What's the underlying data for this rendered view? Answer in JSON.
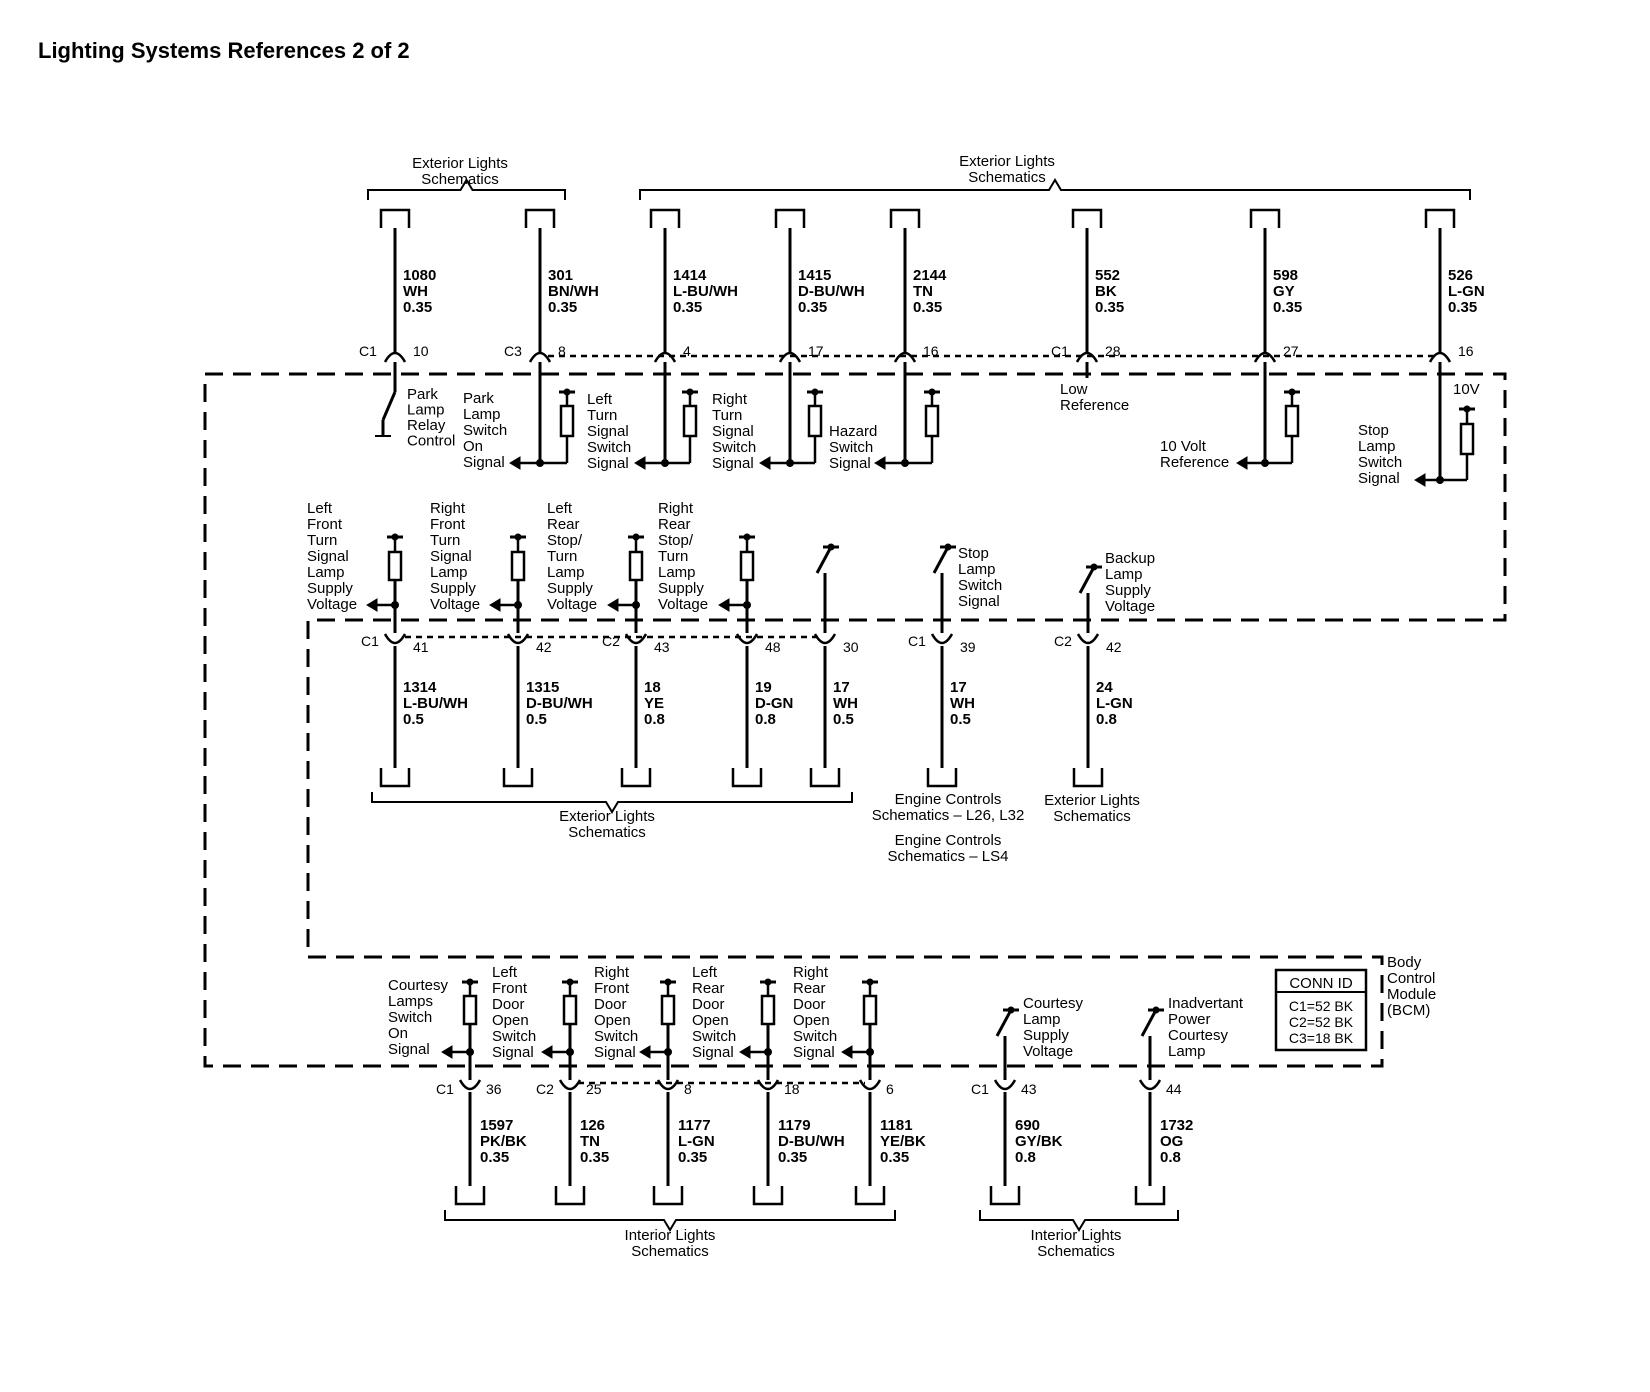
{
  "title": "Lighting Systems References 2 of 2",
  "groups": {
    "top_left": [
      "Exterior Lights",
      "Schematics"
    ],
    "top_right": [
      "Exterior Lights",
      "Schematics"
    ],
    "mid_ext": [
      "Exterior Lights",
      "Schematics"
    ],
    "mid_engine_a": [
      "Engine Controls",
      "Schematics – L26, L32"
    ],
    "mid_engine_b": [
      "Engine Controls",
      "Schematics – LS4"
    ],
    "mid_backup": [
      "Exterior Lights",
      "Schematics"
    ],
    "bot_int_a": [
      "Interior Lights",
      "Schematics"
    ],
    "bot_int_b": [
      "Interior Lights",
      "Schematics"
    ]
  },
  "top_wires": [
    {
      "circuit": "1080",
      "color": "WH",
      "gauge": "0.35",
      "conn": "C1",
      "pin": "10"
    },
    {
      "circuit": "301",
      "color": "BN/WH",
      "gauge": "0.35",
      "conn": "C3",
      "pin": "8"
    },
    {
      "circuit": "1414",
      "color": "L-BU/WH",
      "gauge": "0.35",
      "conn": "",
      "pin": "4"
    },
    {
      "circuit": "1415",
      "color": "D-BU/WH",
      "gauge": "0.35",
      "conn": "",
      "pin": "17"
    },
    {
      "circuit": "2144",
      "color": "TN",
      "gauge": "0.35",
      "conn": "",
      "pin": "16"
    },
    {
      "circuit": "552",
      "color": "BK",
      "gauge": "0.35",
      "conn": "C1",
      "pin": "28"
    },
    {
      "circuit": "598",
      "color": "GY",
      "gauge": "0.35",
      "conn": "",
      "pin": "27"
    },
    {
      "circuit": "526",
      "color": "L-GN",
      "gauge": "0.35",
      "conn": "",
      "pin": "16"
    }
  ],
  "top_labels": [
    [
      "Park",
      "Lamp",
      "Relay",
      "Control"
    ],
    [
      "Park",
      "Lamp",
      "Switch",
      "On",
      "Signal"
    ],
    [
      "Left",
      "Turn",
      "Signal",
      "Switch",
      "Signal"
    ],
    [
      "Right",
      "Turn",
      "Signal",
      "Switch",
      "Signal"
    ],
    [
      "Hazard",
      "Switch",
      "Signal"
    ],
    [
      "Low",
      "Reference"
    ],
    [
      "10 Volt",
      "Reference"
    ],
    [
      "Stop",
      "Lamp",
      "Switch",
      "Signal"
    ]
  ],
  "top_voltage": "10V",
  "mid_labels": [
    [
      "Left",
      "Front",
      "Turn",
      "Signal",
      "Lamp",
      "Supply",
      "Voltage"
    ],
    [
      "Right",
      "Front",
      "Turn",
      "Signal",
      "Lamp",
      "Supply",
      "Voltage"
    ],
    [
      "Left",
      "Rear",
      "Stop/",
      "Turn",
      "Lamp",
      "Supply",
      "Voltage"
    ],
    [
      "Right",
      "Rear",
      "Stop/",
      "Turn",
      "Lamp",
      "Supply",
      "Voltage"
    ],
    [
      "Stop",
      "Lamp",
      "Switch",
      "Signal"
    ],
    [
      "Backup",
      "Lamp",
      "Supply",
      "Voltage"
    ]
  ],
  "mid_wires": [
    {
      "circuit": "1314",
      "color": "L-BU/WH",
      "gauge": "0.5",
      "conn": "C1",
      "pin": "41"
    },
    {
      "circuit": "1315",
      "color": "D-BU/WH",
      "gauge": "0.5",
      "conn": "",
      "pin": "42"
    },
    {
      "circuit": "18",
      "color": "YE",
      "gauge": "0.8",
      "conn": "C2",
      "pin": "43"
    },
    {
      "circuit": "19",
      "color": "D-GN",
      "gauge": "0.8",
      "conn": "",
      "pin": "48"
    },
    {
      "circuit": "17",
      "color": "WH",
      "gauge": "0.5",
      "conn": "",
      "pin": "30"
    },
    {
      "circuit": "17",
      "color": "WH",
      "gauge": "0.5",
      "conn": "C1",
      "pin": "39"
    },
    {
      "circuit": "24",
      "color": "L-GN",
      "gauge": "0.8",
      "conn": "C2",
      "pin": "42"
    }
  ],
  "bot_labels": [
    [
      "Courtesy",
      "Lamps",
      "Switch",
      "On",
      "Signal"
    ],
    [
      "Left",
      "Front",
      "Door",
      "Open",
      "Switch",
      "Signal"
    ],
    [
      "Right",
      "Front",
      "Door",
      "Open",
      "Switch",
      "Signal"
    ],
    [
      "Left",
      "Rear",
      "Door",
      "Open",
      "Switch",
      "Signal"
    ],
    [
      "Right",
      "Rear",
      "Door",
      "Open",
      "Switch",
      "Signal"
    ],
    [
      "Courtesy",
      "Lamp",
      "Supply",
      "Voltage"
    ],
    [
      "Inadvertant",
      "Power",
      "Courtesy",
      "Lamp"
    ]
  ],
  "bot_wires": [
    {
      "circuit": "1597",
      "color": "PK/BK",
      "gauge": "0.35",
      "conn": "C1",
      "pin": "36"
    },
    {
      "circuit": "126",
      "color": "TN",
      "gauge": "0.35",
      "conn": "C2",
      "pin": "25"
    },
    {
      "circuit": "1177",
      "color": "L-GN",
      "gauge": "0.35",
      "conn": "",
      "pin": "8"
    },
    {
      "circuit": "1179",
      "color": "D-BU/WH",
      "gauge": "0.35",
      "conn": "",
      "pin": "18"
    },
    {
      "circuit": "1181",
      "color": "YE/BK",
      "gauge": "0.35",
      "conn": "",
      "pin": "6"
    },
    {
      "circuit": "690",
      "color": "GY/BK",
      "gauge": "0.8",
      "conn": "C1",
      "pin": "43"
    },
    {
      "circuit": "1732",
      "color": "OG",
      "gauge": "0.8",
      "conn": "",
      "pin": "44"
    }
  ],
  "conn_id": {
    "header": "CONN ID",
    "rows": [
      "C1=52 BK",
      "C2=52 BK",
      "C3=18 BK"
    ]
  },
  "module": [
    "Body",
    "Control",
    "Module",
    "(BCM)"
  ]
}
